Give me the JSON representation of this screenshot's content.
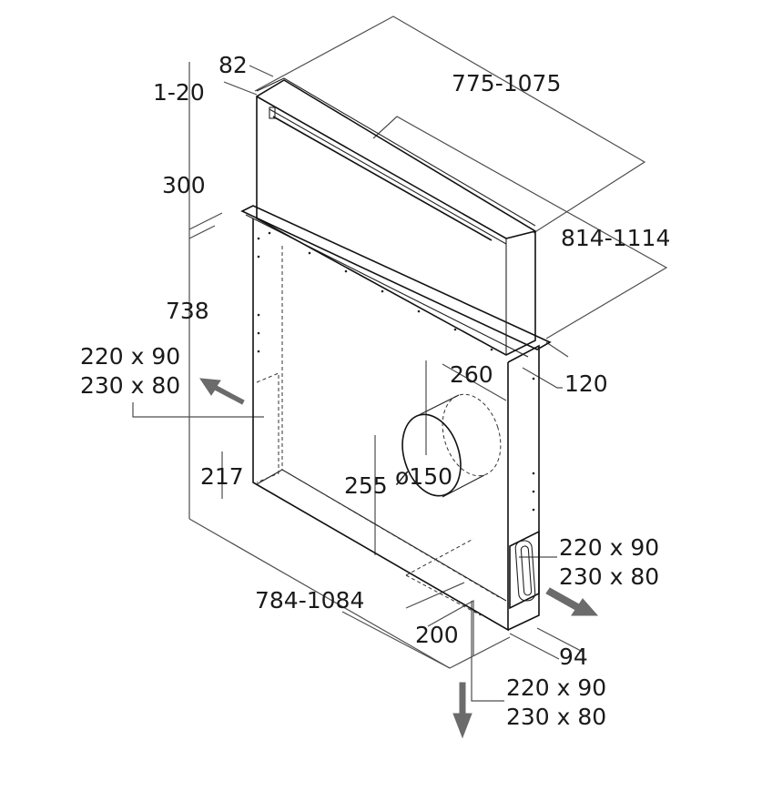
{
  "dimensions": {
    "top_depth": "82",
    "top_width": "775-1075",
    "height_adjust": "1-20",
    "lift_height": "300",
    "body_height": "738",
    "overall_width": "814-1114",
    "right_depth": "120",
    "duct_offset": "260",
    "duct_diameter": "ø150",
    "duct_height": "255",
    "side_outlet_height": "217",
    "bottom_width": "784-1084",
    "bottom_offset": "200",
    "side_depth": "94"
  },
  "outlets": {
    "left": [
      "220 x 90",
      "230 x 80"
    ],
    "right": [
      "220 x 90",
      "230 x 80"
    ],
    "bottom": [
      "220 x 90",
      "230 x 80"
    ]
  },
  "colors": {
    "line": "#111111",
    "dimension": "#4d4d4d",
    "arrow": "#6b6b6b"
  }
}
